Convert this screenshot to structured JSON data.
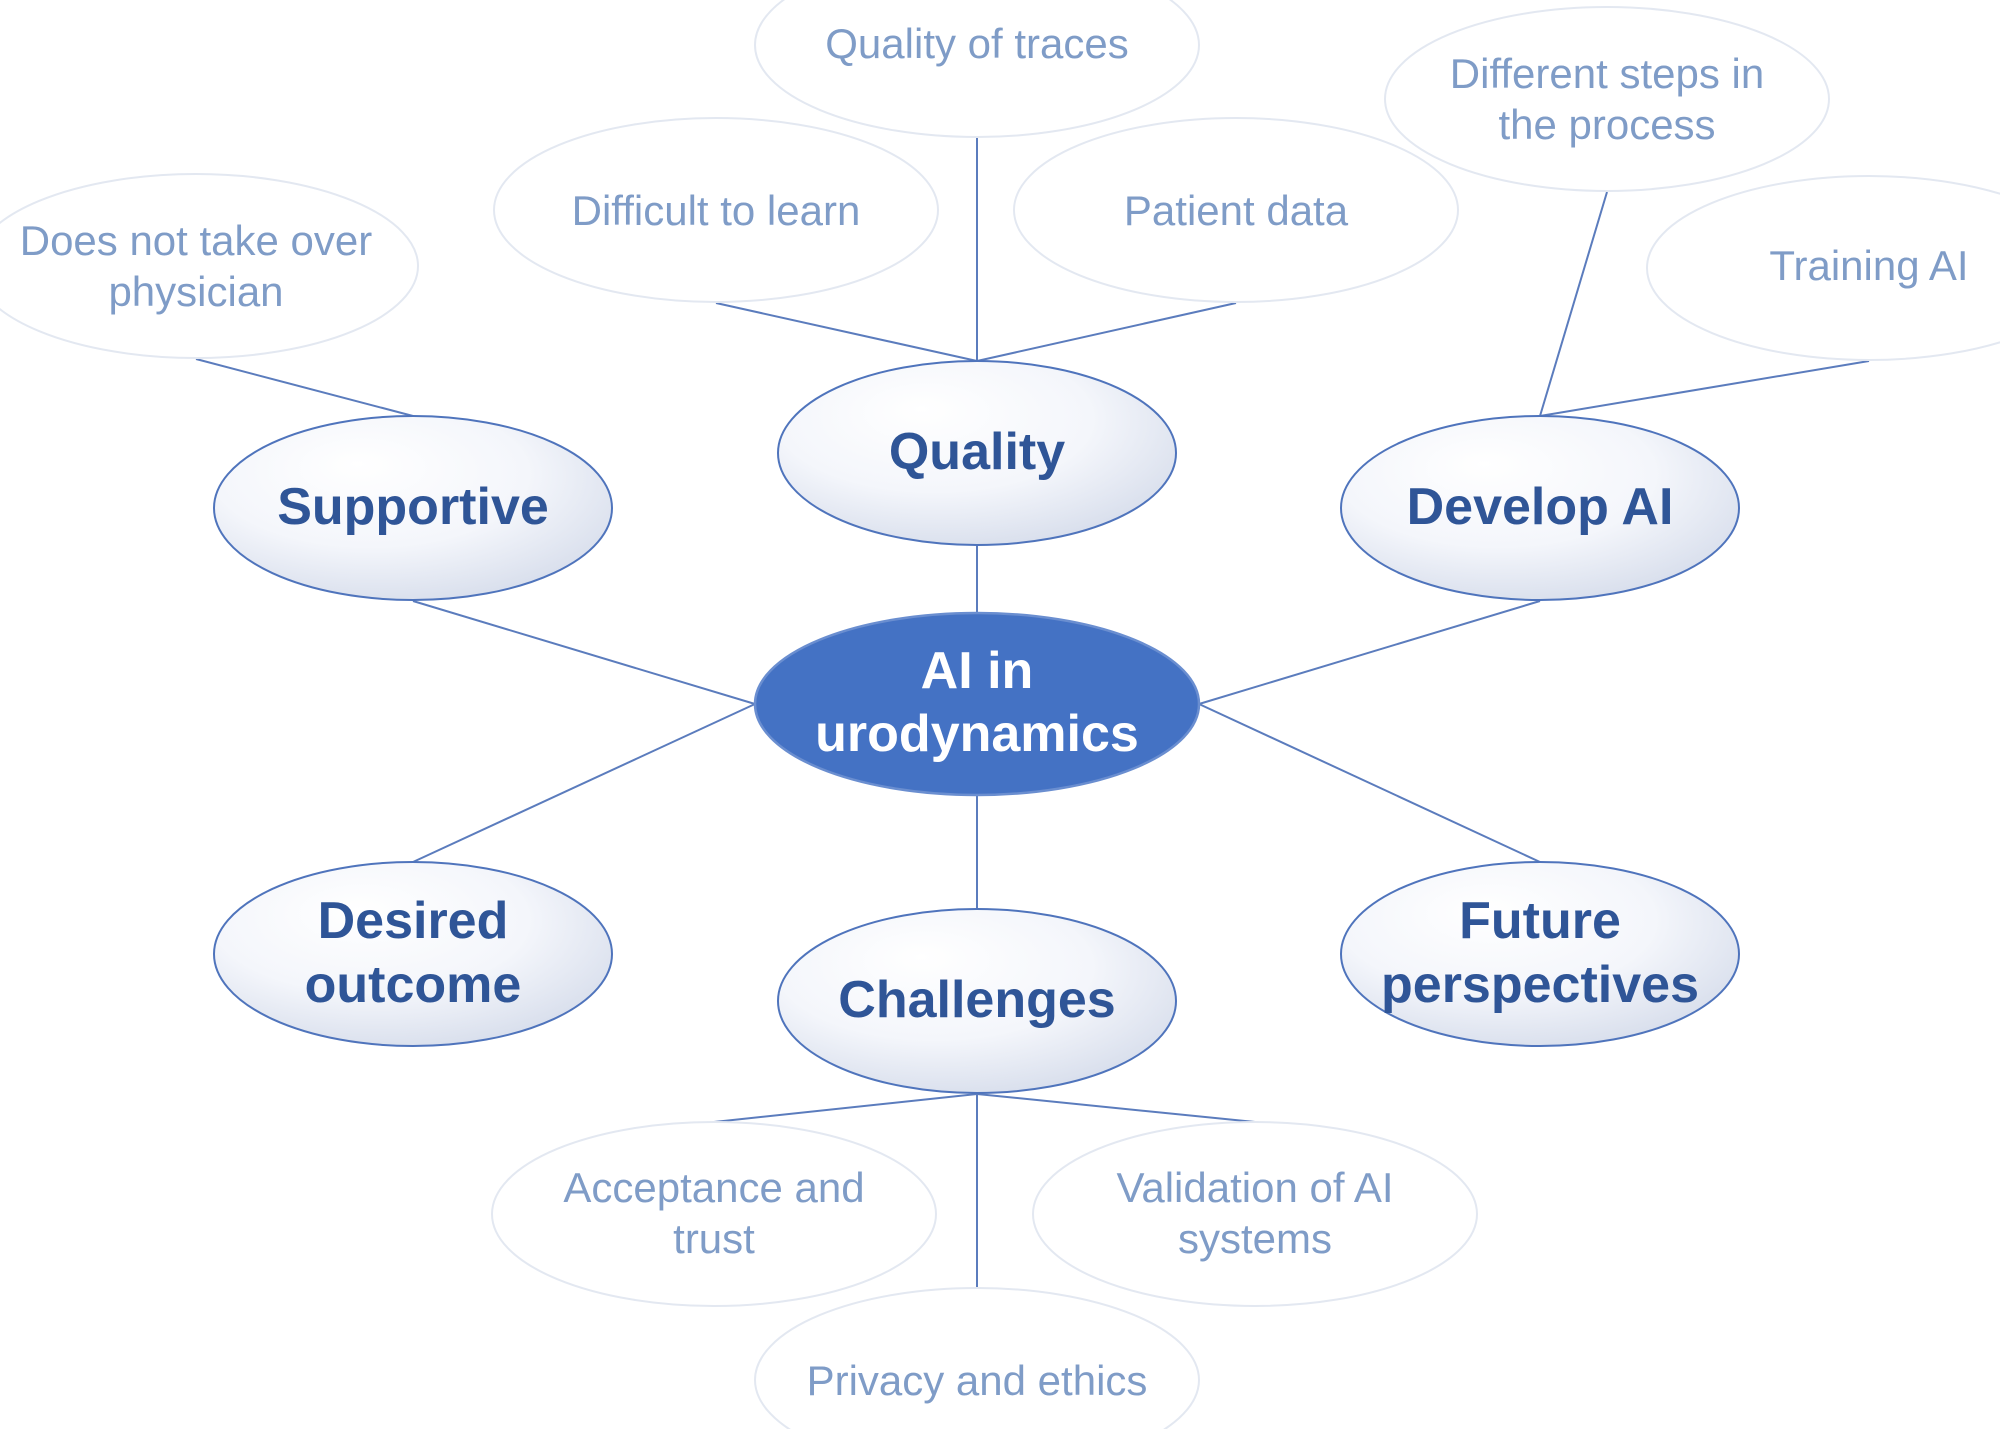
{
  "central_topic": {
    "lines": [
      "AI in",
      "urodynamics"
    ]
  },
  "themes": {
    "quality": {
      "lines": [
        "Quality"
      ],
      "subtopics": {
        "quality_of_traces": {
          "lines": [
            "Quality of traces"
          ]
        },
        "difficult_to_learn": {
          "lines": [
            "Difficult to learn"
          ]
        },
        "patient_data": {
          "lines": [
            "Patient data"
          ]
        }
      }
    },
    "supportive": {
      "lines": [
        "Supportive"
      ],
      "subtopics": {
        "does_not_take_over_physician": {
          "lines": [
            "Does not take over",
            "physician"
          ]
        }
      }
    },
    "develop_ai": {
      "lines": [
        "Develop AI"
      ],
      "subtopics": {
        "different_steps_in_the_process": {
          "lines": [
            "Different steps in",
            "the process"
          ]
        },
        "training_ai": {
          "lines": [
            "Training AI"
          ]
        }
      }
    },
    "desired_outcome": {
      "lines": [
        "Desired",
        "outcome"
      ]
    },
    "challenges": {
      "lines": [
        "Challenges"
      ],
      "subtopics": {
        "acceptance_and_trust": {
          "lines": [
            "Acceptance and",
            "trust"
          ]
        },
        "validation_of_ai_systems": {
          "lines": [
            "Validation of AI",
            "systems"
          ]
        },
        "privacy_and_ethics": {
          "lines": [
            "Privacy and ethics"
          ]
        }
      }
    },
    "future_perspectives": {
      "lines": [
        "Future",
        "perspectives"
      ]
    }
  },
  "colors": {
    "central_fill": "#4472C4",
    "central_outline": "#6A8ED0",
    "central_text": "#FFFFFF",
    "theme_outline": "#4F74BC",
    "theme_text": "#2F5597",
    "subtopic_outline": "#E3E8F1",
    "subtopic_text": "#7F9CC7",
    "connector": "#5B7CBD"
  }
}
